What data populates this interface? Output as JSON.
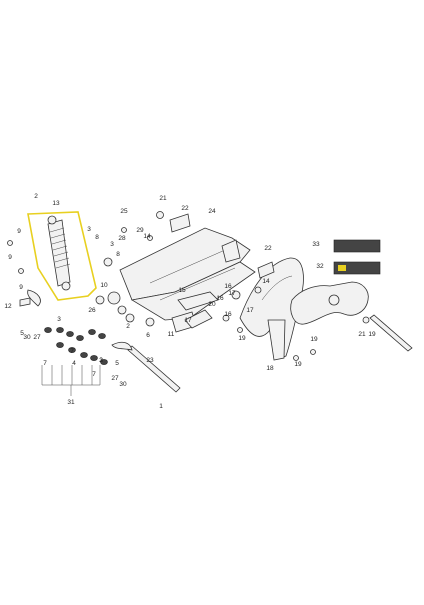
{
  "diagram": {
    "callouts": [
      "1",
      "2",
      "3",
      "4",
      "5",
      "6",
      "7",
      "8",
      "9",
      "10",
      "11",
      "12",
      "13",
      "14",
      "15",
      "16",
      "17",
      "18",
      "19",
      "20",
      "21",
      "22",
      "23",
      "24",
      "25",
      "26",
      "27",
      "28",
      "29",
      "30",
      "31",
      "32",
      "33"
    ],
    "highlight_color": "#e8d020",
    "line_color": "#444444",
    "part_fill": "#f2f2f2"
  }
}
